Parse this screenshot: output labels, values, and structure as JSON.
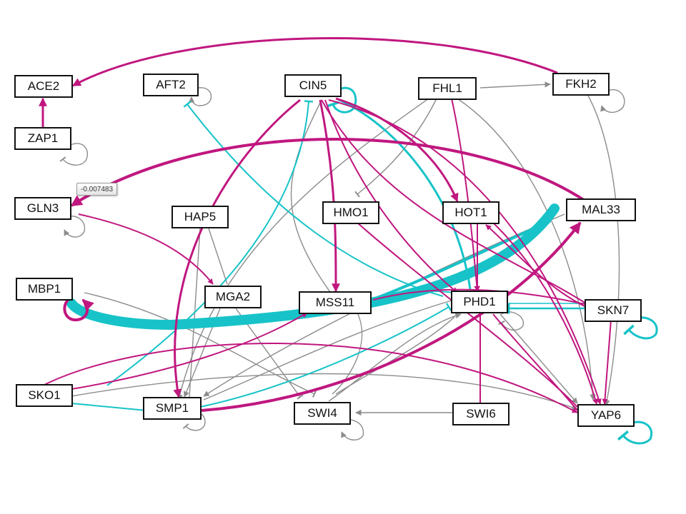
{
  "colors": {
    "activation": "#c0177f",
    "repression": "#17c3c8",
    "neutral": "#8c8c8c",
    "node_border": "#111111"
  },
  "tooltip": {
    "value": "-0.007483"
  },
  "nodes": {
    "ACE2": "ACE2",
    "ZAP1": "ZAP1",
    "AFT2": "AFT2",
    "CIN5": "CIN5",
    "FHL1": "FHL1",
    "FKH2": "FKH2",
    "GLN3": "GLN3",
    "HAP5": "HAP5",
    "HMO1": "HMO1",
    "HOT1": "HOT1",
    "MAL33": "MAL33",
    "MBP1": "MBP1",
    "MGA2": "MGA2",
    "MSS11": "MSS11",
    "PHD1": "PHD1",
    "SKN7": "SKN7",
    "SKO1": "SKO1",
    "SMP1": "SMP1",
    "SWI4": "SWI4",
    "SWI6": "SWI6",
    "YAP6": "YAP6"
  }
}
